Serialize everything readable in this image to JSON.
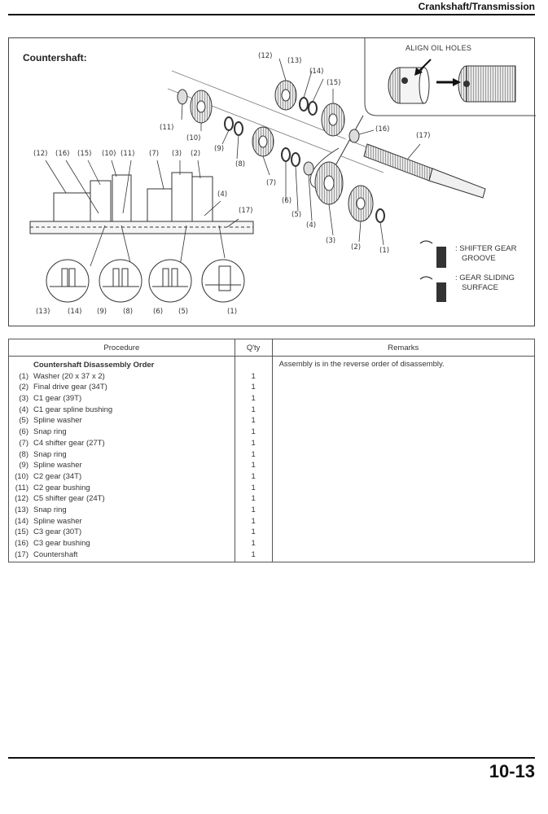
{
  "header": {
    "section_title": "Crankshaft/Transmission"
  },
  "figure": {
    "title": "Countershaft:",
    "inset_label": "ALIGN OIL HOLES",
    "exploded_callouts": {
      "c12": "(12)",
      "c13": "(13)",
      "c14": "(14)",
      "c15": "(15)",
      "c16": "(16)",
      "c17": "(17)",
      "c11": "(11)",
      "c10": "(10)",
      "c9": "(9)",
      "c8": "(8)",
      "c7": "(7)",
      "c6": "(6)",
      "c5": "(5)",
      "c4": "(4)",
      "c3": "(3)",
      "c2": "(2)",
      "c1": "(1)"
    },
    "assembly_callouts_top": [
      "(12)",
      "(16)",
      "(15)",
      "(10)",
      "(11)",
      "(7)",
      "(3)",
      "(2)"
    ],
    "assembly_callouts_side": {
      "c4": "(4)",
      "c17": "(17)"
    },
    "detail_callouts": [
      "(13)",
      "(14)",
      "(9)",
      "(8)",
      "(6)",
      "(5)",
      "(1)"
    ],
    "legend": [
      {
        "text_line1": ": SHIFTER GEAR",
        "text_line2": "GROOVE",
        "icon": "shifter-gear-groove-oil-can-icon"
      },
      {
        "text_line1": ": GEAR SLIDING",
        "text_line2": "SURFACE",
        "icon": "gear-sliding-surface-oil-can-icon"
      }
    ]
  },
  "table": {
    "headers": {
      "procedure": "Procedure",
      "qty": "Q'ty",
      "remarks": "Remarks"
    },
    "section_heading": "Countershaft Disassembly Order",
    "remarks_text": "Assembly is in the reverse order of disassembly.",
    "rows": [
      {
        "num": "(1)",
        "name": "Washer (20 x 37 x 2)",
        "qty": "1"
      },
      {
        "num": "(2)",
        "name": "Final drive gear (34T)",
        "qty": "1"
      },
      {
        "num": "(3)",
        "name": "C1 gear (39T)",
        "qty": "1"
      },
      {
        "num": "(4)",
        "name": "C1 gear spline bushing",
        "qty": "1"
      },
      {
        "num": "(5)",
        "name": "Spline washer",
        "qty": "1"
      },
      {
        "num": "(6)",
        "name": "Snap ring",
        "qty": "1"
      },
      {
        "num": "(7)",
        "name": "C4 shifter gear (27T)",
        "qty": "1"
      },
      {
        "num": "(8)",
        "name": "Snap ring",
        "qty": "1"
      },
      {
        "num": "(9)",
        "name": "Spline washer",
        "qty": "1"
      },
      {
        "num": "(10)",
        "name": "C2 gear (34T)",
        "qty": "1"
      },
      {
        "num": "(11)",
        "name": "C2 gear bushing",
        "qty": "1"
      },
      {
        "num": "(12)",
        "name": "C5 shifter gear (24T)",
        "qty": "1"
      },
      {
        "num": "(13)",
        "name": "Snap ring",
        "qty": "1"
      },
      {
        "num": "(14)",
        "name": "Spline washer",
        "qty": "1"
      },
      {
        "num": "(15)",
        "name": "C3 gear (30T)",
        "qty": "1"
      },
      {
        "num": "(16)",
        "name": "C3 gear bushing",
        "qty": "1"
      },
      {
        "num": "(17)",
        "name": "Countershaft",
        "qty": "1"
      }
    ]
  },
  "footer": {
    "page_number": "10-13"
  }
}
